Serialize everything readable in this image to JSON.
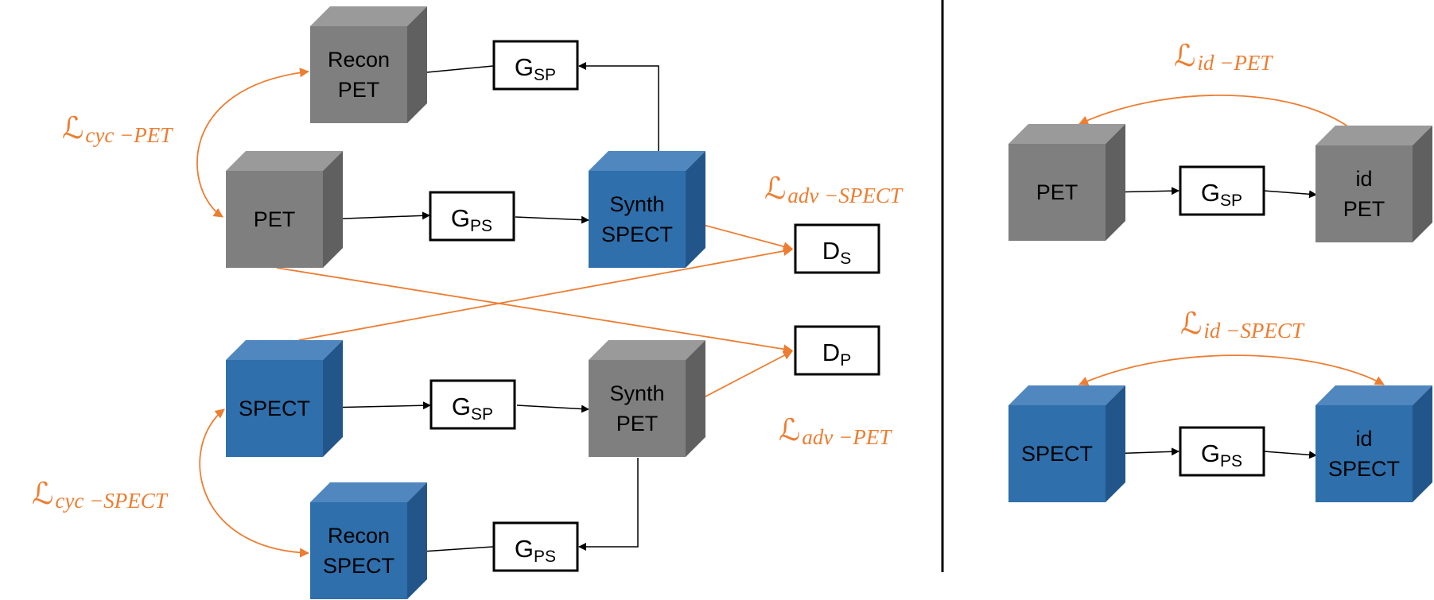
{
  "colors": {
    "blue_front": "#2E6FAC",
    "blue_top": "#5087BE",
    "blue_side": "#22568A",
    "gray_front": "#7F7F7F",
    "gray_top": "#9A9A9A",
    "gray_side": "#606060",
    "loss_arrow": "#ED7D31",
    "flow_arrow": "#000000"
  },
  "cubes": {
    "recon_pet": [
      "Recon",
      "PET"
    ],
    "pet": [
      "PET"
    ],
    "synth_spect": [
      "Synth",
      "SPECT"
    ],
    "spect": [
      "SPECT"
    ],
    "synth_pet": [
      "Synth",
      "PET"
    ],
    "recon_spect": [
      "Recon",
      "SPECT"
    ],
    "pet_right": [
      "PET"
    ],
    "id_pet": [
      "id",
      "PET"
    ],
    "spect_right": [
      "SPECT"
    ],
    "id_spect": [
      "id",
      "SPECT"
    ]
  },
  "generators": {
    "g_sp_top": {
      "main": "G",
      "sub": "SP"
    },
    "g_ps_mid": {
      "main": "G",
      "sub": "PS"
    },
    "g_sp_mid": {
      "main": "G",
      "sub": "SP"
    },
    "g_ps_bottom": {
      "main": "G",
      "sub": "PS"
    },
    "d_s": {
      "main": "D",
      "sub": "S"
    },
    "d_p": {
      "main": "D",
      "sub": "P"
    },
    "g_sp_right": {
      "main": "G",
      "sub": "SP"
    },
    "g_ps_right": {
      "main": "G",
      "sub": "PS"
    }
  },
  "losses": {
    "cyc_pet": {
      "main": "ℒ",
      "sub": "cyc −PET"
    },
    "cyc_spect": {
      "main": "ℒ",
      "sub": "cyc −SPECT"
    },
    "adv_spect": {
      "main": "ℒ",
      "sub": "adv −SPECT"
    },
    "adv_pet": {
      "main": "ℒ",
      "sub": "adv −PET"
    },
    "id_pet": {
      "main": "ℒ",
      "sub": "id −PET"
    },
    "id_spect": {
      "main": "ℒ",
      "sub": "id −SPECT"
    }
  }
}
